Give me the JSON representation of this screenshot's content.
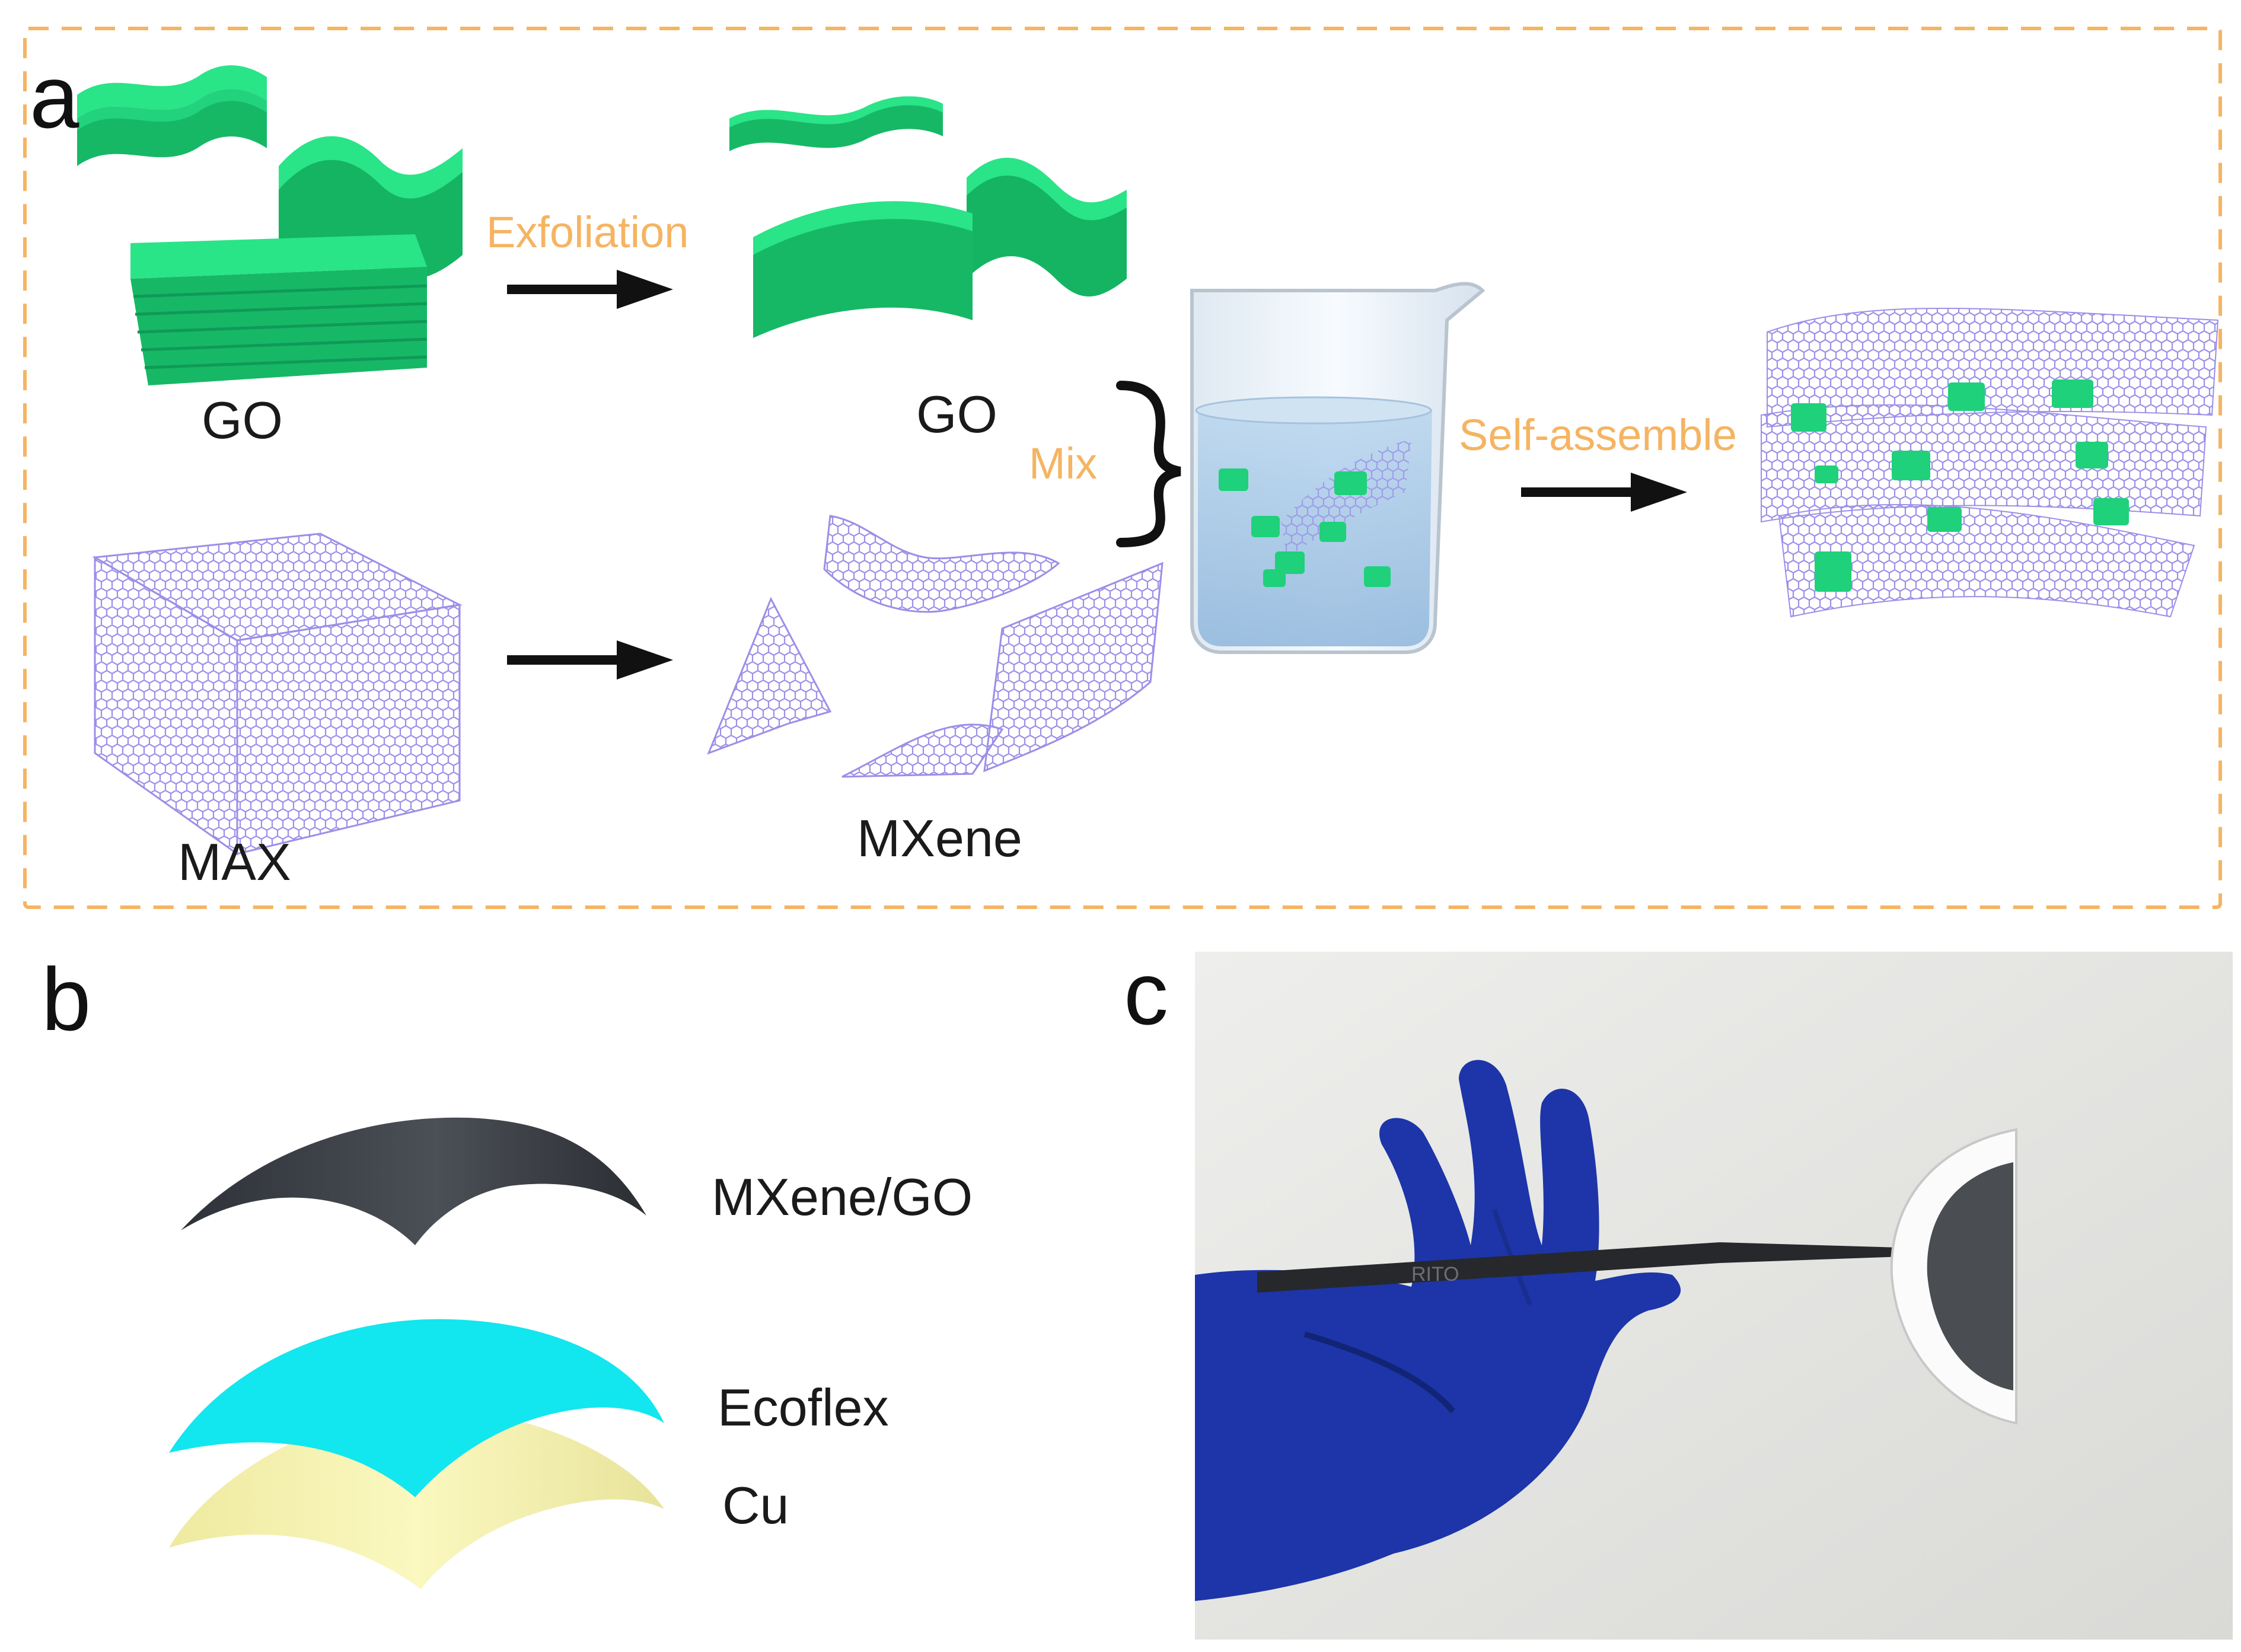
{
  "panels": {
    "a": "a",
    "b": "b",
    "c": "c"
  },
  "panel_a": {
    "go_left": "GO",
    "go_right": "GO",
    "max": "MAX",
    "mxene": "MXene",
    "exfoliation": "Exfoliation",
    "mix": "Mix",
    "self_assemble": "Self-assemble"
  },
  "panel_b": {
    "layer_top": "MXene/GO",
    "layer_mid": "Ecoflex",
    "layer_bottom": "Cu"
  },
  "panel_c": {
    "tweezer_text": "RITO"
  },
  "colors": {
    "go_green": "#1fd17a",
    "mesh_purple": "#9b8fe8",
    "frame_orange": "#f5b462",
    "mxene_go_gray": "#3a3e45",
    "ecoflex_cyan": "#12e6ef",
    "cu_yellow": "#f5f2a6",
    "glove_blue": "#1d35a8"
  }
}
